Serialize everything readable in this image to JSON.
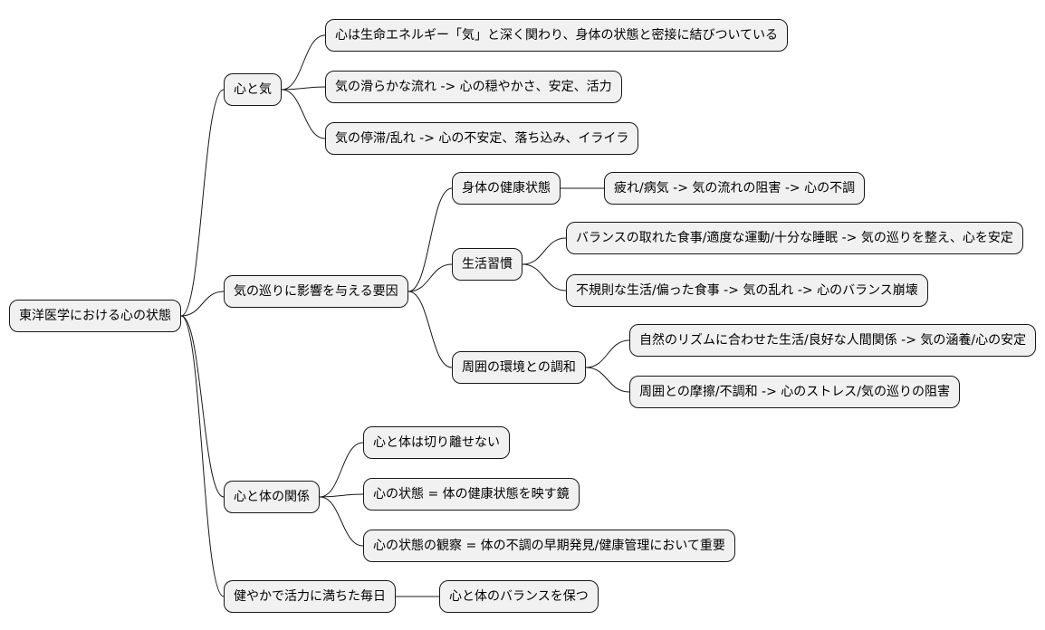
{
  "mindmap": {
    "root": "東洋医学における心の状態",
    "branches": [
      {
        "label": "心と気",
        "children": [
          {
            "label": "心は生命エネルギー「気」と深く関わり、身体の状態と密接に結びついている"
          },
          {
            "label": "気の滑らかな流れ -> 心の穏やかさ、安定、活力"
          },
          {
            "label": "気の停滞/乱れ -> 心の不安定、落ち込み、イライラ"
          }
        ]
      },
      {
        "label": "気の巡りに影響を与える要因",
        "children": [
          {
            "label": "身体の健康状態",
            "children": [
              {
                "label": "疲れ/病気 -> 気の流れの阻害 -> 心の不調"
              }
            ]
          },
          {
            "label": "生活習慣",
            "children": [
              {
                "label": "バランスの取れた食事/適度な運動/十分な睡眠 -> 気の巡りを整え、心を安定"
              },
              {
                "label": "不規則な生活/偏った食事 -> 気の乱れ -> 心のバランス崩壊"
              }
            ]
          },
          {
            "label": "周囲の環境との調和",
            "children": [
              {
                "label": "自然のリズムに合わせた生活/良好な人間関係 -> 気の涵養/心の安定"
              },
              {
                "label": "周囲との摩擦/不調和 -> 心のストレス/気の巡りの阻害"
              }
            ]
          }
        ]
      },
      {
        "label": "心と体の関係",
        "children": [
          {
            "label": "心と体は切り離せない"
          },
          {
            "label": "心の状態 = 体の健康状態を映す鏡"
          },
          {
            "label": "心の状態の観察 = 体の不調の早期発見/健康管理において重要"
          }
        ]
      },
      {
        "label": "健やかで活力に満ちた毎日",
        "children": [
          {
            "label": "心と体のバランスを保つ"
          }
        ]
      }
    ]
  }
}
